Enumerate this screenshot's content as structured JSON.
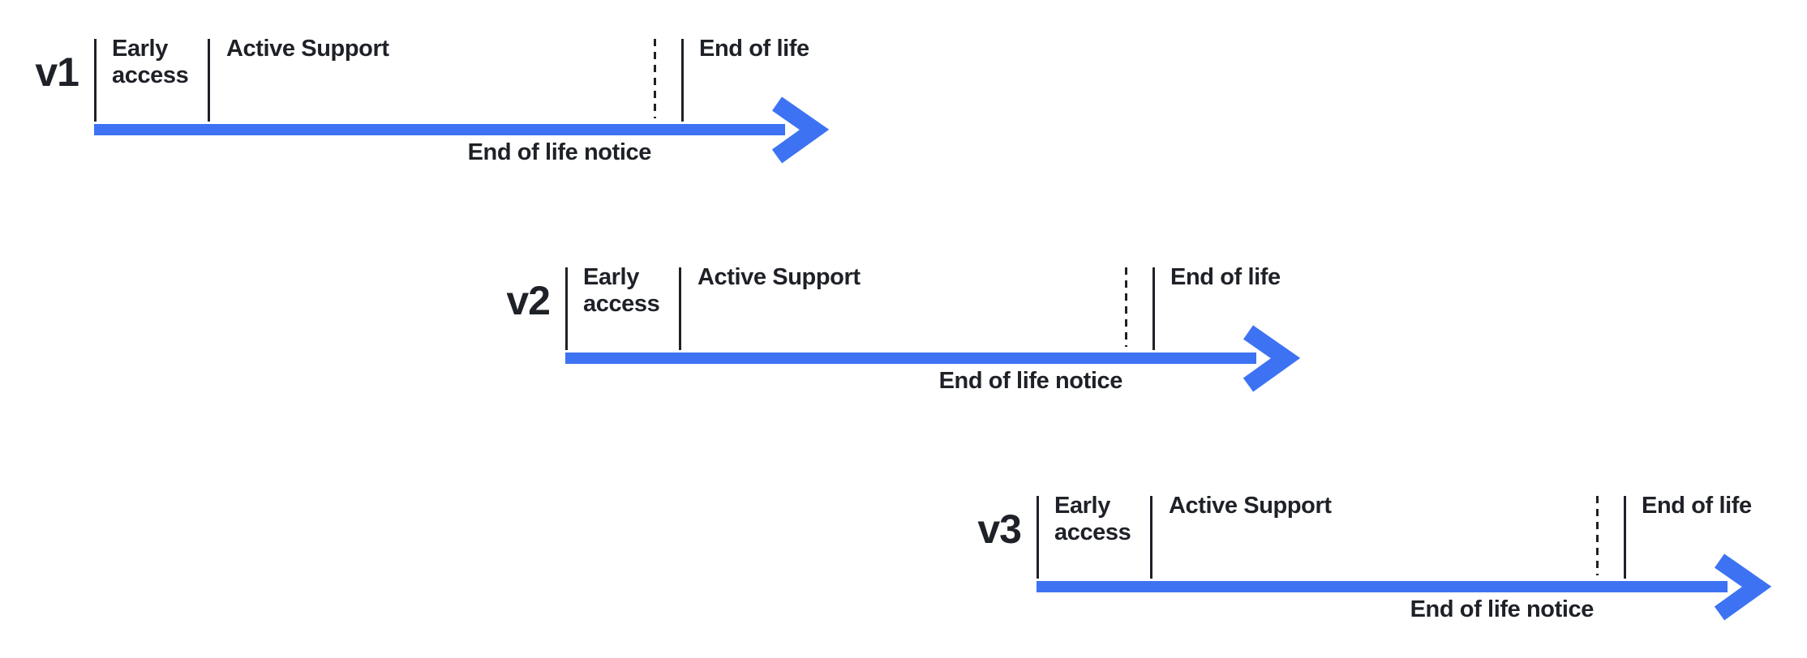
{
  "diagram": {
    "description": "Version support lifecycle timelines",
    "colors": {
      "arrow_blue": "#3d73f3",
      "text_dark": "#1e2127",
      "background": "#ffffff"
    },
    "timelines": [
      {
        "version": "v1",
        "phase_early_access": "Early access",
        "phase_active_support": "Active Support",
        "milestone_end_of_life_notice": "End of life notice",
        "milestone_end_of_life": "End of life"
      },
      {
        "version": "v2",
        "phase_early_access": "Early access",
        "phase_active_support": "Active Support",
        "milestone_end_of_life_notice": "End of life notice",
        "milestone_end_of_life": "End of life"
      },
      {
        "version": "v3",
        "phase_early_access": "Early access",
        "phase_active_support": "Active Support",
        "milestone_end_of_life_notice": "End of life notice",
        "milestone_end_of_life": "End of life"
      }
    ]
  }
}
